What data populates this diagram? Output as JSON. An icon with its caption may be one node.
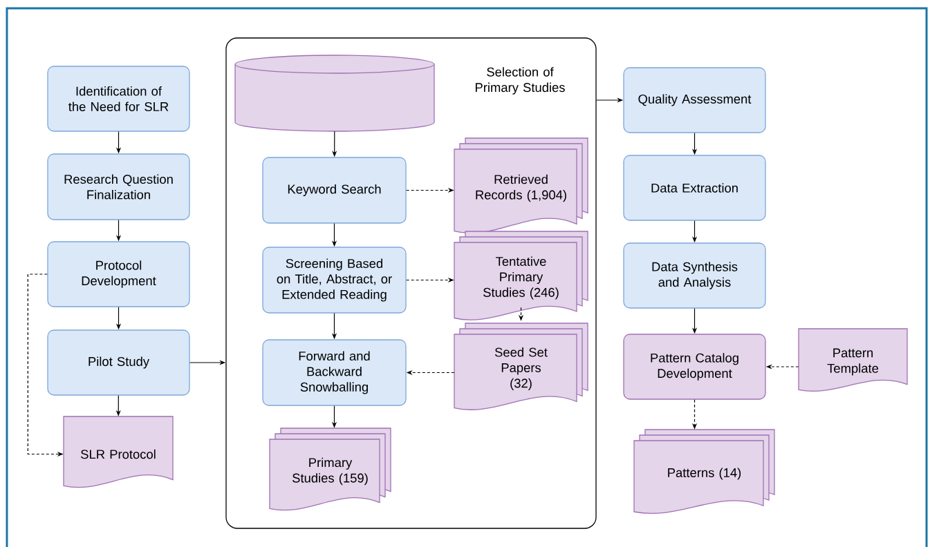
{
  "diagram": {
    "nodes": [
      {
        "text": [
          "Identification of the Need for SLR"
        ]
      },
      {
        "text": [
          "Research Question Finalization"
        ]
      },
      {
        "text": [
          "Protocol Development"
        ]
      },
      {
        "text": [
          "Pilot Study"
        ]
      },
      {
        "text": [
          "SLR Protocol"
        ]
      },
      {
        "text": [
          "Selection of Primary Studies"
        ]
      },
      {
        "text": [],
        "shape": "cylinder",
        "in": 5
      },
      {
        "text": [
          "Keyword Search"
        ],
        "in": 5
      },
      {
        "text": [
          "Retrieved Records (1,904)"
        ],
        "in": 5
      },
      {
        "text": [
          "Screening Based on Title, Abstract, or Extended Reading"
        ],
        "in": 5
      },
      {
        "text": [
          "Tentative Primary Studies (246)"
        ],
        "in": 5
      },
      {
        "text": [
          "Forward and Backward Snowballing"
        ],
        "in": 5
      },
      {
        "text": [
          "Seed Set Papers (32)"
        ],
        "in": 5
      },
      {
        "text": [
          "Primary Studies (159)"
        ],
        "in": 5
      },
      {
        "text": [
          "Quality Assessment"
        ]
      },
      {
        "text": [
          "Data Extraction"
        ]
      },
      {
        "text": [
          "Data Synthesis and Analysis"
        ]
      },
      {
        "text": [
          "Pattern Catalog Development"
        ]
      },
      {
        "text": [
          "Pattern Template"
        ]
      },
      {
        "text": [
          "Patterns (14)"
        ]
      }
    ],
    "edges": [
      {
        "from": 0,
        "to": 1,
        "arrow": "to"
      },
      {
        "from": 1,
        "to": 2,
        "arrow": "to"
      },
      {
        "from": 2,
        "to": 3,
        "arrow": "to"
      },
      {
        "from": 3,
        "to": 4,
        "arrow": "to"
      },
      {
        "from": 2,
        "to": 4,
        "arrow": "to",
        "style": "dashed"
      },
      {
        "from": 3,
        "to": 5,
        "arrow": "to"
      },
      {
        "from": 6,
        "to": 7,
        "arrow": "to"
      },
      {
        "from": 7,
        "to": 8,
        "arrow": "to",
        "style": "dashed"
      },
      {
        "from": 7,
        "to": 9,
        "arrow": "to"
      },
      {
        "from": 9,
        "to": 10,
        "arrow": "to",
        "style": "dashed"
      },
      {
        "from": 10,
        "to": 12,
        "arrow": "to",
        "style": "dashed"
      },
      {
        "from": 9,
        "to": 11,
        "arrow": "to"
      },
      {
        "from": 12,
        "to": 11,
        "arrow": "to",
        "style": "dashed"
      },
      {
        "from": 11,
        "to": 13,
        "arrow": "to"
      },
      {
        "from": 5,
        "to": 14,
        "arrow": "to"
      },
      {
        "from": 14,
        "to": 15,
        "arrow": "to"
      },
      {
        "from": 15,
        "to": 16,
        "arrow": "to"
      },
      {
        "from": 16,
        "to": 17,
        "arrow": "to"
      },
      {
        "from": 18,
        "to": 17,
        "arrow": "to",
        "style": "dashed"
      },
      {
        "from": 17,
        "to": 19,
        "arrow": "to",
        "style": "dashed"
      }
    ]
  }
}
